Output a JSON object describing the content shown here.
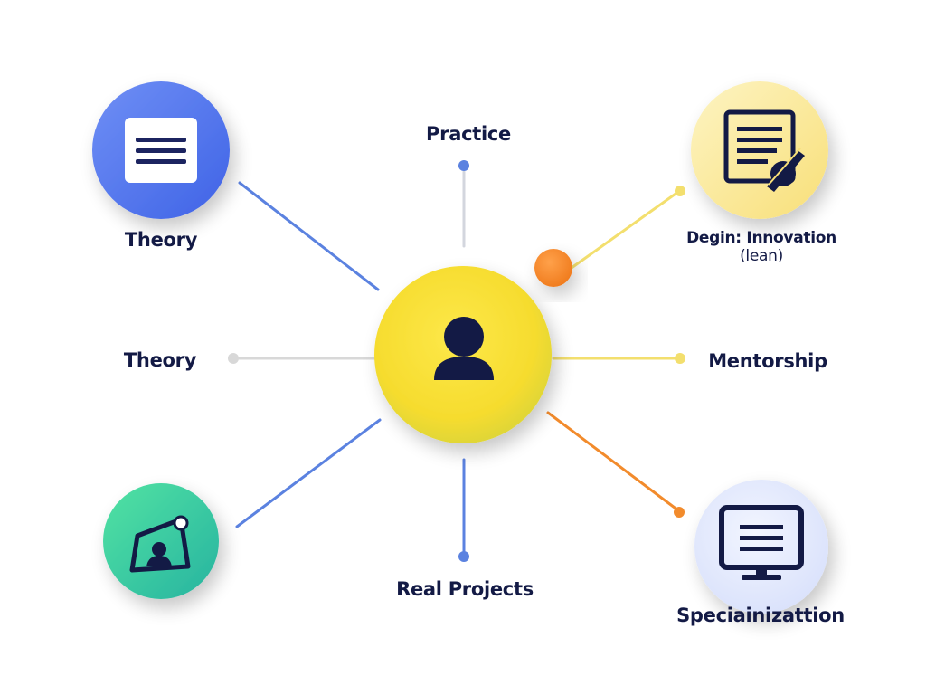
{
  "nodes": {
    "theory_top": {
      "label": "Theory",
      "icon": "document-lines-icon",
      "color": "#4f74ec"
    },
    "theory_left": {
      "label": "Theory"
    },
    "practice": {
      "label": "Practice"
    },
    "design": {
      "label_line1": "Degin: Innovation",
      "label_line2": "(lean)",
      "icon": "document-edit-icon",
      "color": "#f6e27a"
    },
    "mentorship": {
      "label": "Mentorship"
    },
    "real_projects": {
      "label": "Real Projects"
    },
    "specialization": {
      "label": "Speciainizattion",
      "icon": "monitor-icon",
      "color": "#dfe6fb"
    },
    "green_node": {
      "icon": "framed-portrait-icon",
      "color": "#3ccf8e"
    },
    "center": {
      "icon": "person-icon",
      "color": "#f7e23a"
    }
  },
  "colors": {
    "text": "#131a45",
    "blue_line": "#5b82e0",
    "yellow_line": "#f3df6e",
    "orange": "#f28b2c",
    "gray_line": "#d8d8d8"
  }
}
